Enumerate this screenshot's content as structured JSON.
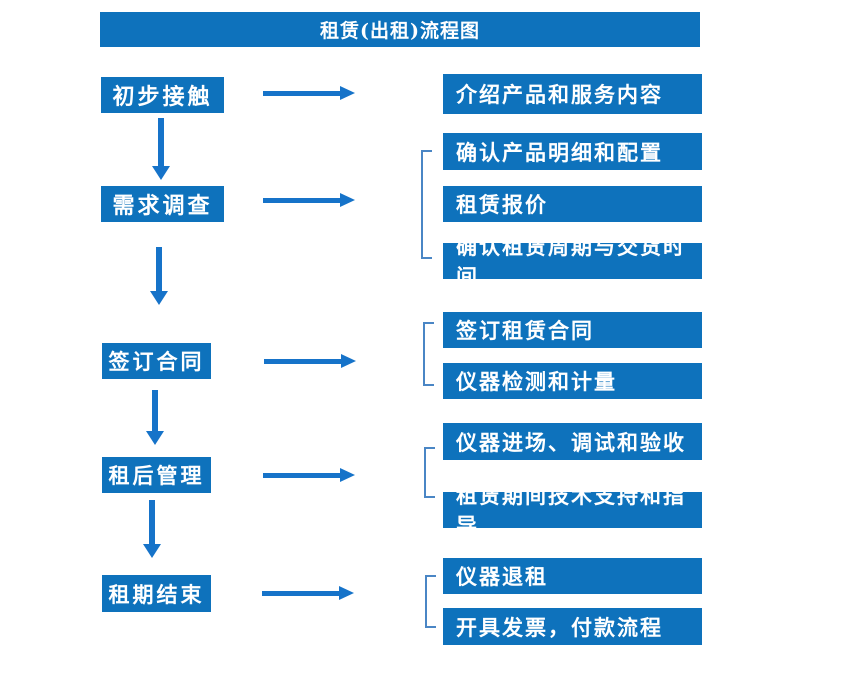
{
  "title": "租赁(出租)流程图",
  "colors": {
    "box_blue": "#0e72bc",
    "arrow_blue": "#1673c9",
    "bracket_blue": "#4a86c5",
    "text_white": "#ffffff",
    "background": "#ffffff"
  },
  "flow": {
    "steps": [
      {
        "label": "初步接触",
        "targets": [
          "介绍产品和服务内容"
        ]
      },
      {
        "label": "需求调查",
        "targets": [
          "确认产品明细和配置",
          "租赁报价",
          "确认租赁周期与交货时间"
        ]
      },
      {
        "label": "签订合同",
        "targets": [
          "签订租赁合同",
          "仪器检测和计量"
        ]
      },
      {
        "label": "租后管理",
        "targets": [
          "仪器进场、调试和验收",
          "租赁期间技术支持和指导"
        ]
      },
      {
        "label": "租期结束",
        "targets": [
          "仪器退租",
          "开具发票，付款流程"
        ]
      }
    ]
  }
}
